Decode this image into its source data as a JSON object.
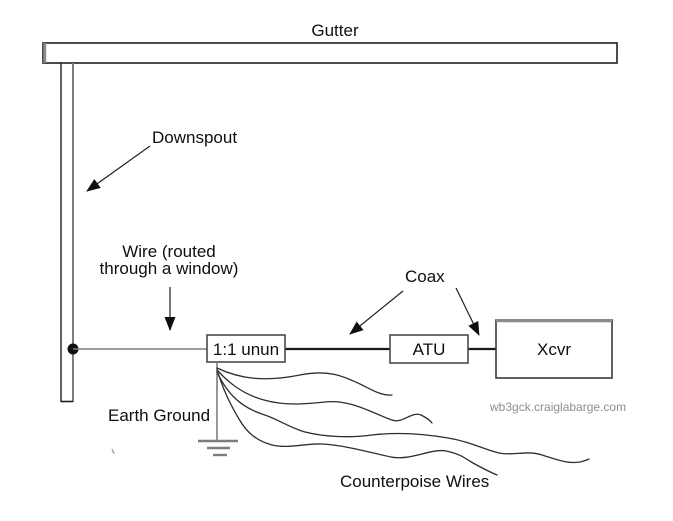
{
  "diagram": {
    "labels": {
      "gutter": "Gutter",
      "downspout": "Downspout",
      "wire_line1": "Wire (routed",
      "wire_line2": "through a window)",
      "coax": "Coax",
      "earth_ground": "Earth Ground",
      "counterpoise_wires": "Counterpoise Wires"
    },
    "components": {
      "unun": "1:1 unun",
      "atu": "ATU",
      "xcvr": "Xcvr"
    },
    "watermark": "wb3gck.craiglabarge.com",
    "colors": {
      "line_dark": "#1f1f1f",
      "line_gray": "#7d7d7d",
      "text": "#0f0f0f",
      "watermark": "#8e8e8e",
      "background": "#ffffff"
    }
  }
}
